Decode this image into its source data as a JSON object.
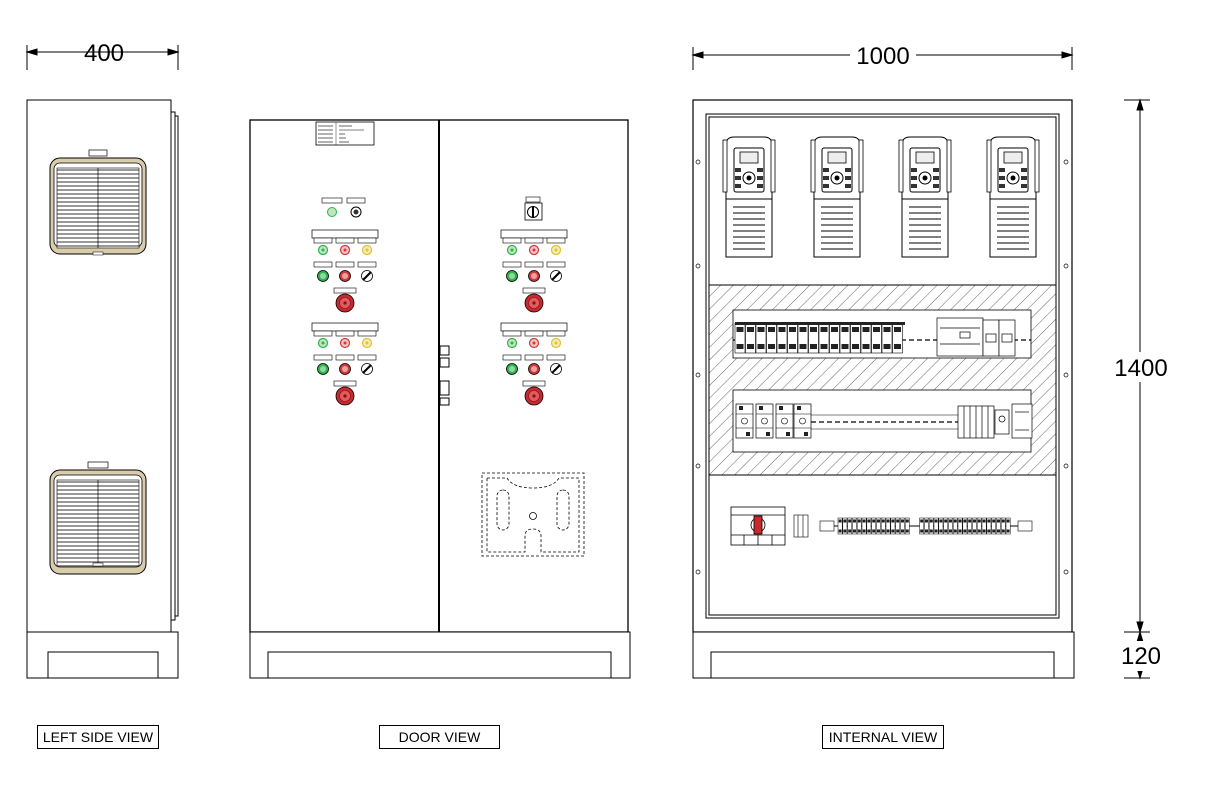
{
  "dimensions": {
    "side_width": "400",
    "overall_width": "1000",
    "overall_height": "1400",
    "plinth_height": "120"
  },
  "view_labels": {
    "left_side": "LEFT SIDE VIEW",
    "door": "DOOR VIEW",
    "internal": "INTERNAL VIEW"
  },
  "colors": {
    "line": "#000000",
    "lamp_green": "#2fb34a",
    "lamp_red": "#d23a3a",
    "lamp_yellow": "#e2c22e",
    "estop_red": "#c8282e",
    "filter_frame": "#c8b894",
    "hatch": "#555555"
  }
}
